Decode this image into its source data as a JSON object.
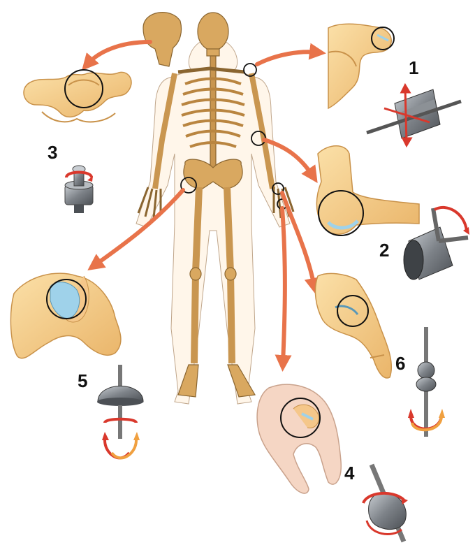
{
  "diagram": {
    "labels": {
      "plane_joint": "1",
      "hinge_joint": "2",
      "pivot_joint": "3",
      "saddle_joint": "4",
      "ball_socket_joint": "5",
      "condyloid_joint": "6"
    },
    "colors": {
      "bone": "#f2c47a",
      "bone_dark": "#c9924a",
      "skeleton": "#d9a860",
      "arrow": "#e8734a",
      "cartilage": "#9fd2ea",
      "metal": "#6f7479",
      "metal_light": "#b7bcc1",
      "red_arrow": "#d9382c",
      "orange_arrow": "#f0a040",
      "skin": "#f5d6c4"
    }
  }
}
